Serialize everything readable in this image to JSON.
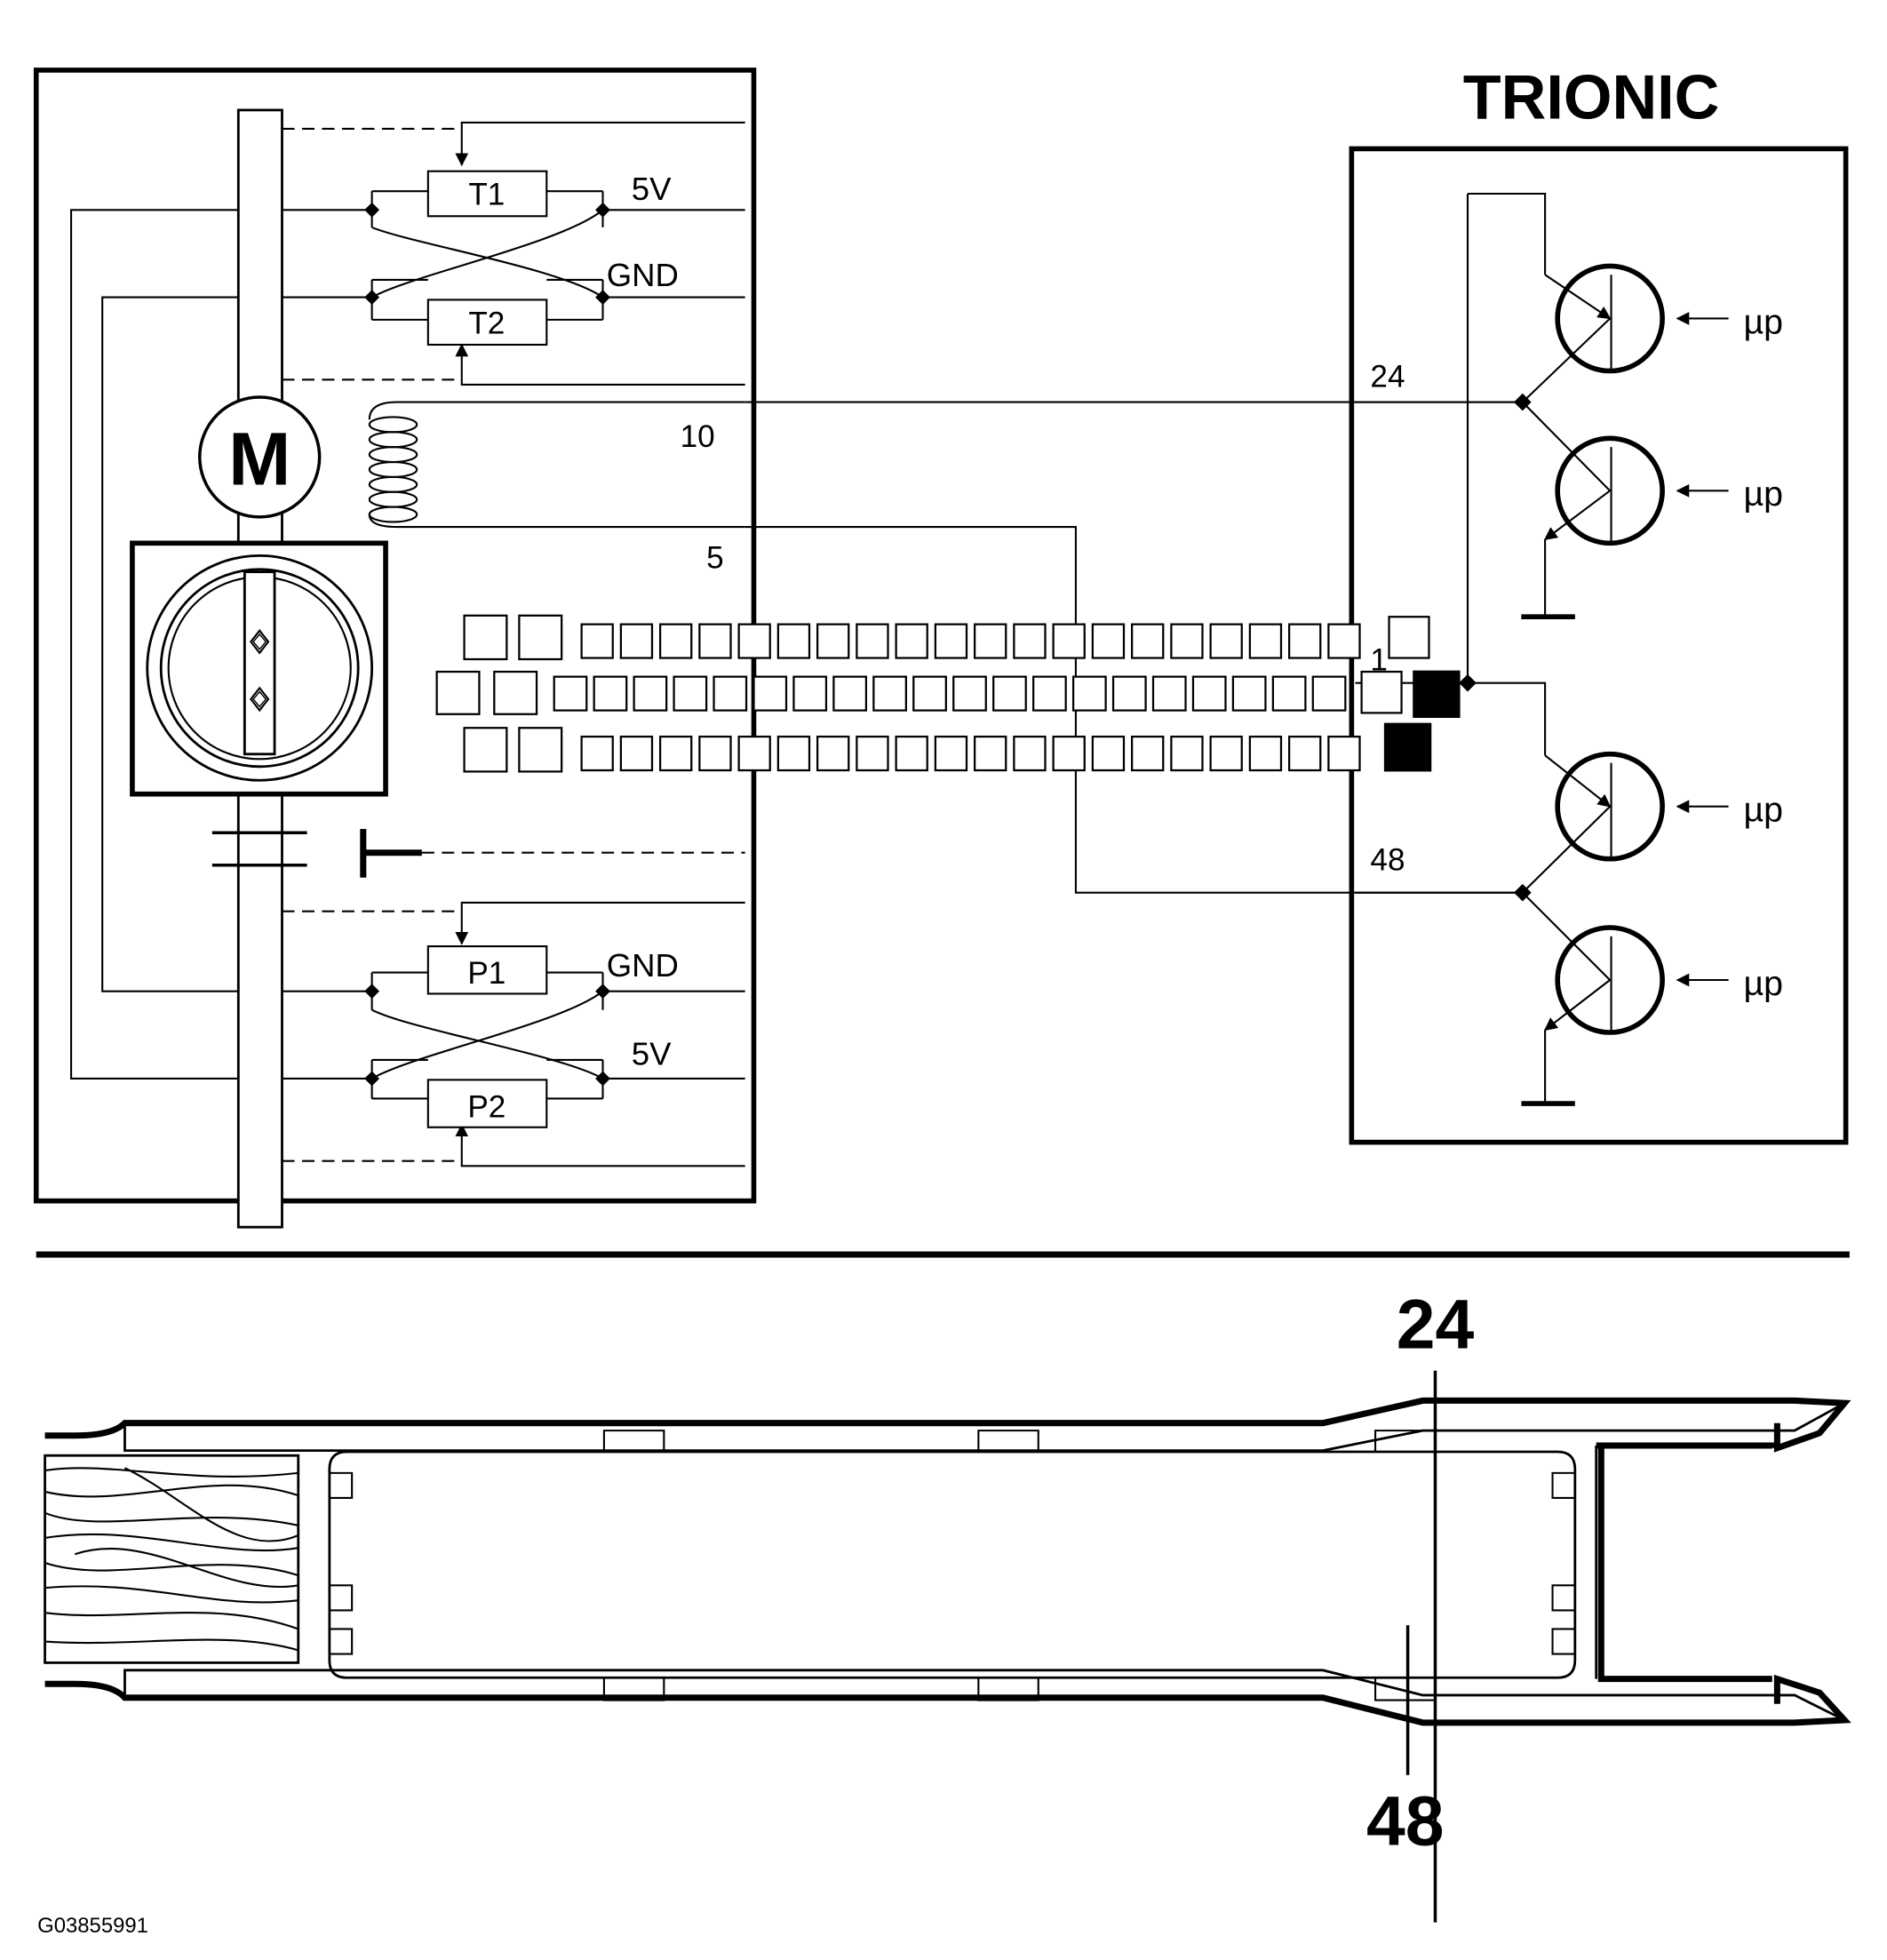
{
  "diagram": {
    "ecu_title": "TRIONIC",
    "component_labels": {
      "motor": "M",
      "t1": "T1",
      "t2": "T2",
      "p1": "P1",
      "p2": "P2"
    },
    "supply_labels": {
      "t_5v": "5V",
      "t_gnd": "GND",
      "p_gnd": "GND",
      "p_5v": "5V"
    },
    "pin_labels": {
      "motor_pin_10": "10",
      "motor_pin_5": "5",
      "ecu_pin_24": "24",
      "ecu_pin_1": "1",
      "ecu_pin_48": "48"
    },
    "transistor_inputs": [
      "µp",
      "µp",
      "µp",
      "µp"
    ],
    "connector_pins": {
      "top_callout": "24",
      "bottom_callout": "48"
    },
    "figure_id": "G03855991"
  }
}
